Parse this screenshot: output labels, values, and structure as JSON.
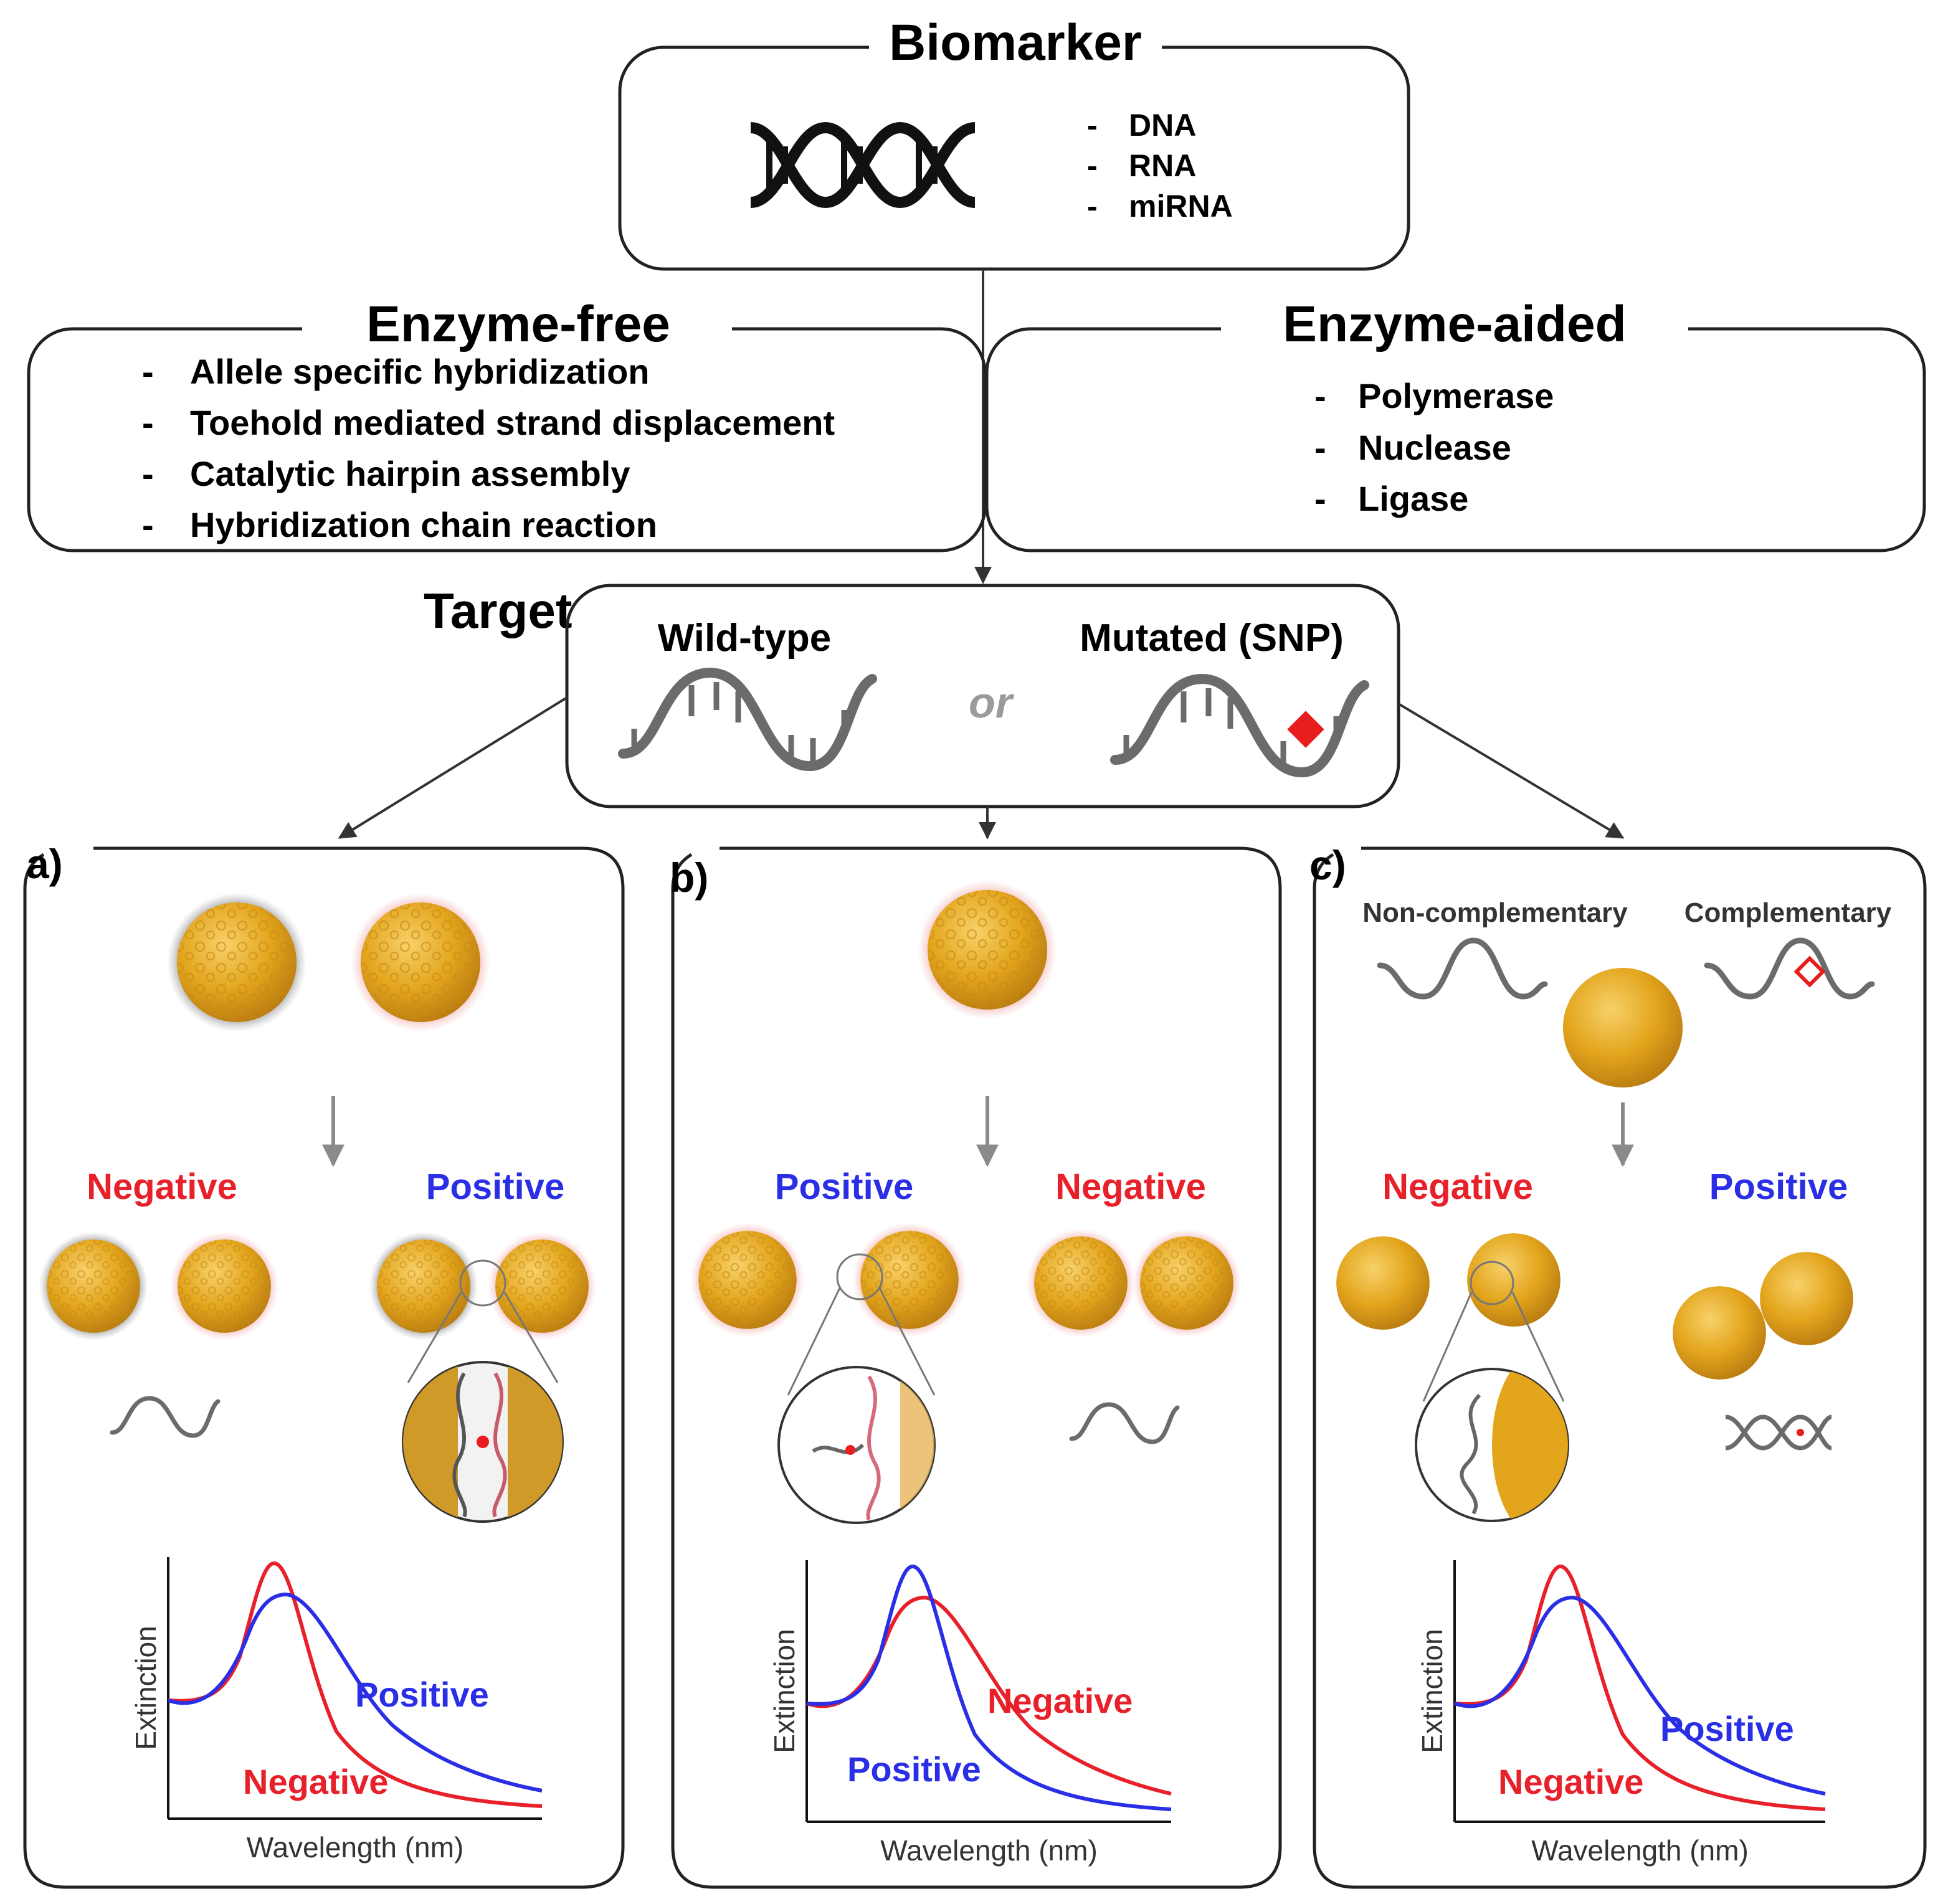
{
  "colors": {
    "negative": "#e8202a",
    "positive": "#2a2fe6",
    "outline": "#222222",
    "strand": "#6b6b6b",
    "gold": "#e3a51c",
    "snp": "#e81e1e"
  },
  "biomarker": {
    "title": "Biomarker",
    "items": [
      "DNA",
      "RNA",
      "miRNA"
    ],
    "icon": "dna-double-helix"
  },
  "enzyme_free": {
    "title": "Enzyme-free",
    "items": [
      "Allele specific hybridization",
      "Toehold mediated strand displacement",
      "Catalytic hairpin assembly",
      "Hybridization chain reaction"
    ]
  },
  "enzyme_aided": {
    "title": "Enzyme-aided",
    "items": [
      "Polymerase",
      "Nuclease",
      "Ligase"
    ]
  },
  "target": {
    "title": "Target",
    "wild_type": "Wild-type",
    "or": "or",
    "mutated": "Mutated (SNP)"
  },
  "dash": "-",
  "panels": [
    {
      "label": "a)",
      "left_result": "Negative",
      "right_result": "Positive",
      "chart": {
        "xlabel": "Wavelength (nm)",
        "ylabel": "Extinction",
        "series": [
          "Positive",
          "Negative"
        ]
      }
    },
    {
      "label": "b)",
      "left_result": "Positive",
      "right_result": "Negative",
      "chart": {
        "xlabel": "Wavelength (nm)",
        "ylabel": "Extinction",
        "series": [
          "Negative",
          "Positive"
        ]
      }
    },
    {
      "label": "c)",
      "top_left": "Non-complementary",
      "top_right": "Complementary",
      "left_result": "Negative",
      "right_result": "Positive",
      "chart": {
        "xlabel": "Wavelength (nm)",
        "ylabel": "Extinction",
        "series": [
          "Positive",
          "Negative"
        ]
      }
    }
  ]
}
